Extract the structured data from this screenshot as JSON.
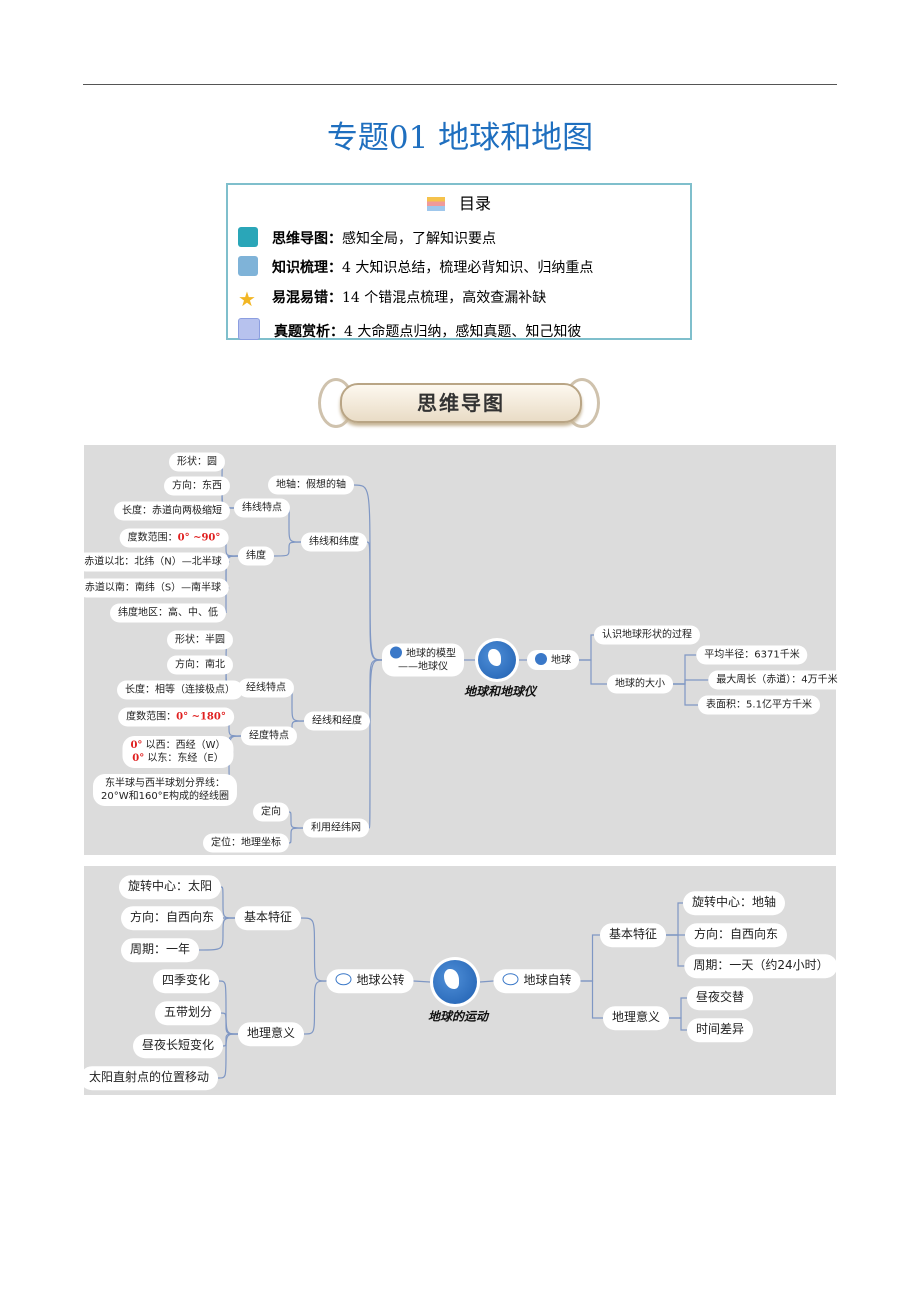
{
  "title": "专题01  地球和地图",
  "toc": {
    "heading": "目录",
    "items": [
      {
        "label": "思维导图：",
        "text": "感知全局，了解知识要点",
        "icon": "map-icon",
        "color": "#2aa6b8"
      },
      {
        "label": "知识梳理：",
        "text": "4 大知识总结，梳理必背知识、归纳重点",
        "icon": "book-icon",
        "color": "#7fb3d8"
      },
      {
        "label": "易混易错：",
        "text": "14 个错混点梳理，高效查漏补缺",
        "icon": "star-icon",
        "color": "#f2b624"
      },
      {
        "label": "真题赏析：",
        "text": "4 大命题点归纳，感知真题、知己知彼",
        "icon": "document-icon",
        "color": "#8c9ee0"
      }
    ]
  },
  "banner": "思维导图",
  "map1": {
    "center": "地球和地球仪",
    "nodes": {
      "a1": {
        "t": "形状：圆"
      },
      "a2": {
        "t": "方向：东西"
      },
      "a3": {
        "t": "长度：赤道向两极缩短"
      },
      "wxtd": {
        "t": "纬线特点"
      },
      "dz": {
        "t": "地轴：假想的轴"
      },
      "b1": {
        "t": "度数范围：",
        "red": "0° ~90°"
      },
      "b2": {
        "t": "赤道以北：北纬（N）—北半球"
      },
      "b3": {
        "t": "赤道以南：南纬（S）—南半球"
      },
      "b4": {
        "t": "纬度地区：高、中、低"
      },
      "wd": {
        "t": "纬度"
      },
      "wxwd": {
        "t": "纬线和纬度"
      },
      "c1": {
        "t": "形状：半圆"
      },
      "c2": {
        "t": "方向：南北"
      },
      "c3": {
        "t": "长度：相等（连接极点）"
      },
      "jxtd": {
        "t": "经线特点"
      },
      "d1": {
        "t": "度数范围：",
        "red": "0° ~180°"
      },
      "d2": {
        "red": "0°",
        "t": " 以西：西经（W）",
        "red2": "0°",
        "t2": " 以东：东经（E）"
      },
      "d3": {
        "t": "东半球与西半球划分界线：",
        "t2": "20°W和160°E构成的经线圈"
      },
      "jdtd": {
        "t": "经度特点"
      },
      "jxjd": {
        "t": "经线和经度"
      },
      "dx": {
        "t": "定向"
      },
      "dw": {
        "t": "定位：地理坐标"
      },
      "jwn": {
        "t": "利用经纬网"
      },
      "mx": {
        "t": "地球的模型",
        "t2": "——地球仪"
      },
      "dq": {
        "t": "地球"
      },
      "rs": {
        "t": "认识地球形状的过程"
      },
      "dx2": {
        "t": "地球的大小"
      },
      "e1": {
        "t": "平均半径：6371千米"
      },
      "e2": {
        "t": "最大周长（赤道）：4万千米"
      },
      "e3": {
        "t": "表面积：5.1亿平方千米"
      }
    }
  },
  "map2": {
    "center": "地球的运动",
    "nodes": {
      "f1": {
        "t": "旋转中心：太阳"
      },
      "f2": {
        "t": "方向：自西向东"
      },
      "f3": {
        "t": "周期：一年"
      },
      "jb1": {
        "t": "基本特征"
      },
      "g1": {
        "t": "四季变化"
      },
      "g2": {
        "t": "五带划分"
      },
      "g3": {
        "t": "昼夜长短变化"
      },
      "g4": {
        "t": "太阳直射点的位置移动"
      },
      "dl1": {
        "t": "地理意义"
      },
      "gz": {
        "t": "地球公转"
      },
      "zz": {
        "t": "地球自转"
      },
      "jb2": {
        "t": "基本特征"
      },
      "dl2": {
        "t": "地理意义"
      },
      "h1": {
        "t": "旋转中心：地轴"
      },
      "h2": {
        "t": "方向：自西向东"
      },
      "h3": {
        "t": "周期：一天（约24小时）"
      },
      "i1": {
        "t": "昼夜交替"
      },
      "i2": {
        "t": "时间差异"
      }
    }
  }
}
